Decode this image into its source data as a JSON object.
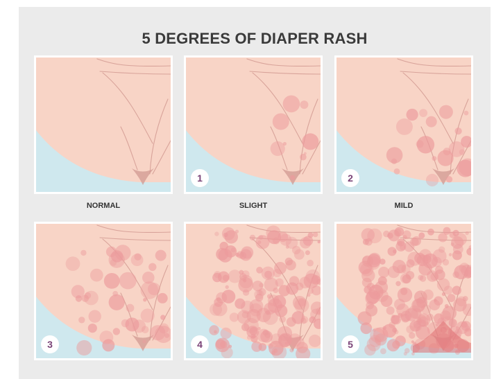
{
  "title": "5 DEGREES OF DIAPER RASH",
  "panels": [
    {
      "label": "NORMAL",
      "number": "",
      "severity": 0
    },
    {
      "label": "SLIGHT",
      "number": "1",
      "severity": 1
    },
    {
      "label": "MILD",
      "number": "2",
      "severity": 2
    },
    {
      "label": "",
      "number": "3",
      "severity": 3
    },
    {
      "label": "",
      "number": "4",
      "severity": 4
    },
    {
      "label": "",
      "number": "5",
      "severity": 5
    }
  ],
  "colors": {
    "background": "#ebebeb",
    "skin": "#f8d4c6",
    "diaper": "#cfe8ee",
    "crease": "#d29a92",
    "rash": "#ec9b9c",
    "rash_dark": "#e06f73",
    "badge_text": "#7a4377"
  }
}
